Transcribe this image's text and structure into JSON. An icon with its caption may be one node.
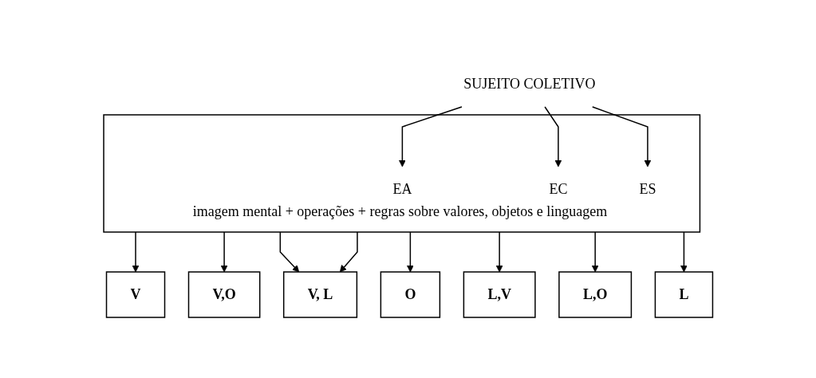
{
  "diagram": {
    "nodes": [
      {
        "text": [
          "SUJEITO COLETIVO"
        ]
      },
      {
        "text": [
          "imagem mental + operações + regras sobre valores, objetos e linguagem"
        ]
      },
      {
        "text": [
          "EA"
        ],
        "in": 1
      },
      {
        "text": [
          "EC"
        ],
        "in": 1
      },
      {
        "text": [
          "ES"
        ],
        "in": 1
      },
      {
        "text": [
          "V"
        ]
      },
      {
        "text": [
          "V,O"
        ]
      },
      {
        "text": [
          "L,V"
        ]
      },
      {
        "text": [
          "O"
        ]
      },
      {
        "text": [
          "V, L"
        ]
      },
      {
        "text": [
          "L,O"
        ]
      },
      {
        "text": [
          "L"
        ]
      }
    ],
    "edges": [
      {
        "from": 0,
        "to": 2,
        "arrow": "to"
      },
      {
        "from": 0,
        "to": 3,
        "arrow": "to"
      },
      {
        "from": 0,
        "to": 4,
        "arrow": "to"
      },
      {
        "from": 1,
        "to": 5,
        "arrow": "to"
      },
      {
        "from": 1,
        "to": 6,
        "arrow": "to"
      },
      {
        "from": 1,
        "to": 9,
        "arrow": "to"
      },
      {
        "from": 1,
        "to": 8,
        "arrow": "to"
      },
      {
        "from": 1,
        "to": 7,
        "arrow": "to"
      },
      {
        "from": 1,
        "to": 9,
        "arrow": "to"
      },
      {
        "from": 1,
        "to": 10,
        "arrow": "to"
      },
      {
        "from": 1,
        "to": 11,
        "arrow": "to"
      }
    ]
  }
}
